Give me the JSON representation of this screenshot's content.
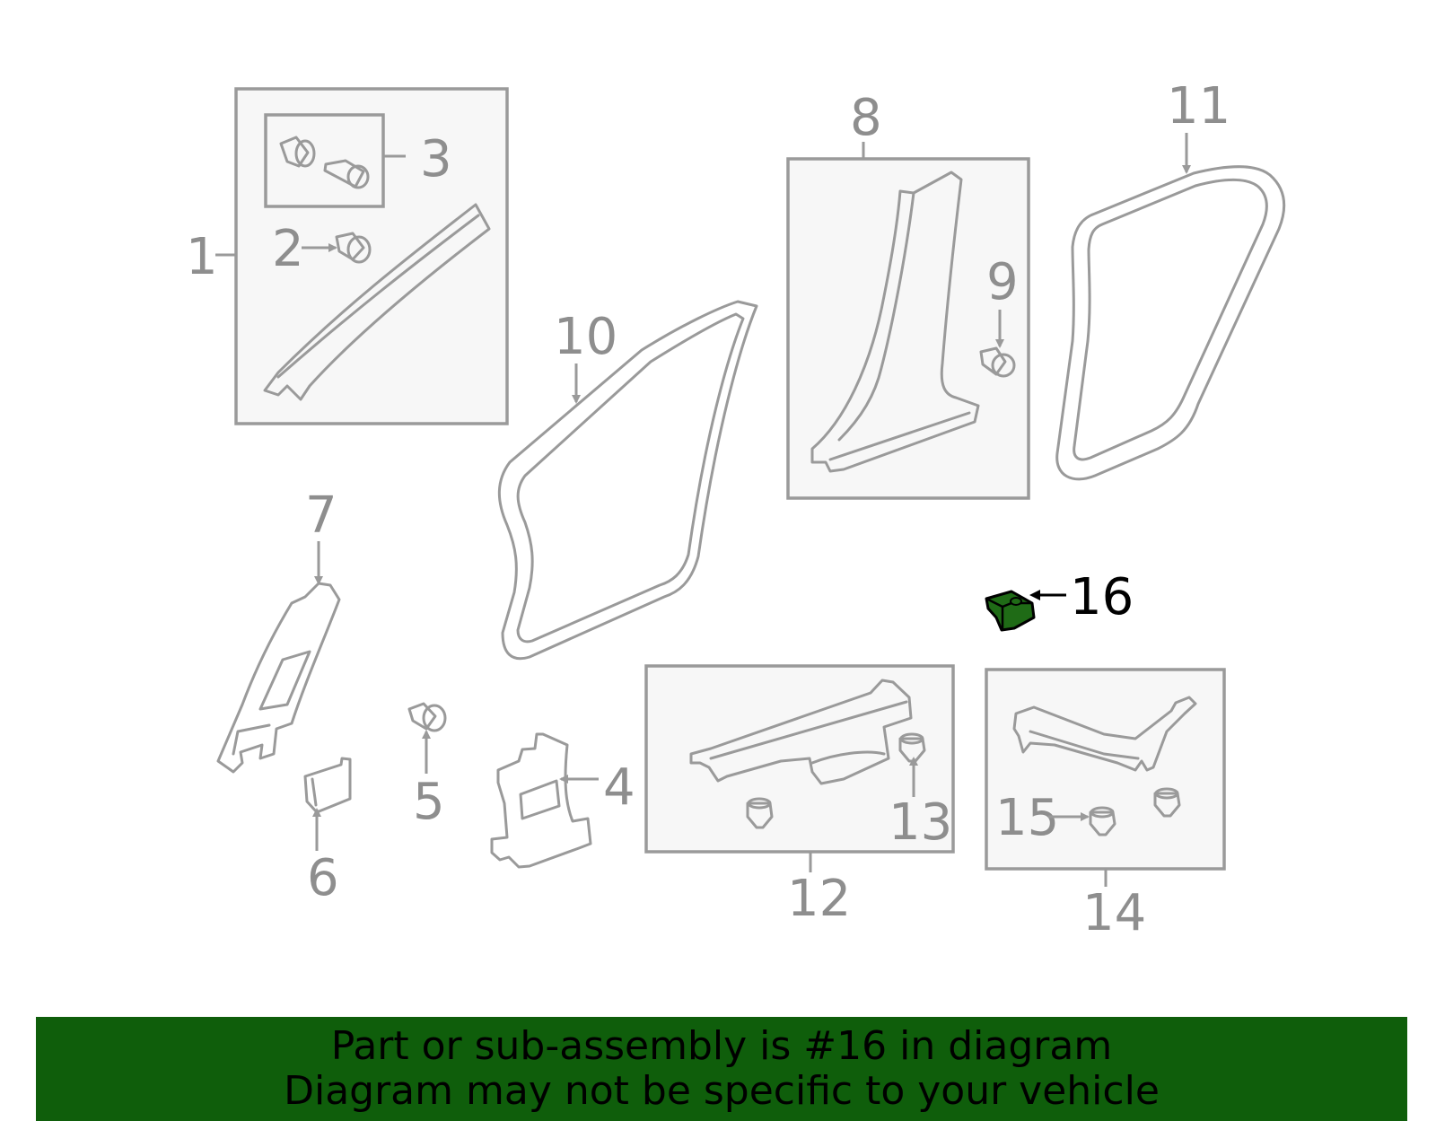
{
  "diagram": {
    "labels": {
      "l1": "1",
      "l2": "2",
      "l3": "3",
      "l4": "4",
      "l5": "5",
      "l6": "6",
      "l7": "7",
      "l8": "8",
      "l9": "9",
      "l10": "10",
      "l11": "11",
      "l12": "12",
      "l13": "13",
      "l14": "14",
      "l15": "15",
      "l16": "16"
    },
    "highlight_color": "#1f6b16",
    "line_color": "#9a9a9a"
  },
  "banner": {
    "line1": "Part or sub-assembly is #16 in diagram",
    "line2": "Diagram may not be specific to your vehicle",
    "background": "#0f5e0b"
  }
}
